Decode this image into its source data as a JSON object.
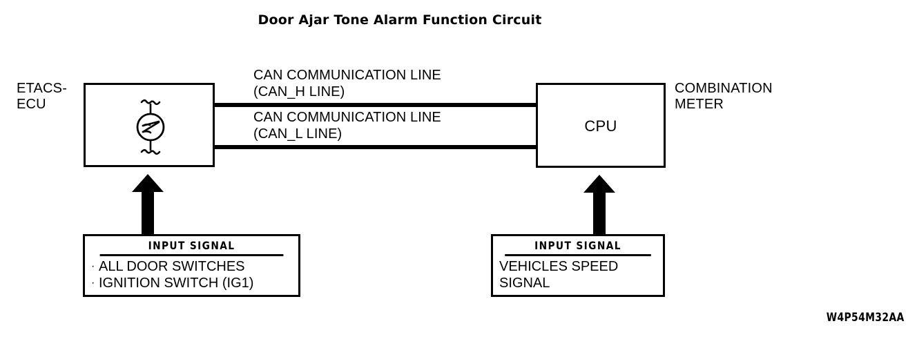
{
  "title": "Door Ajar Tone Alarm Function Circuit",
  "figure_code": "W4P54M32AA",
  "units": {
    "etacs": {
      "label": "ETACS-\nECU",
      "symbol_name": "tone-alarm-buzzer-symbol"
    },
    "combination_meter": {
      "label": "COMBINATION\nMETER",
      "inner_label": "CPU"
    }
  },
  "connections": {
    "can_h": {
      "label": "CAN COMMUNICATION LINE\n(CAN_H LINE)"
    },
    "can_l": {
      "label": "CAN COMMUNICATION LINE\n(CAN_L LINE)"
    }
  },
  "input_signals": {
    "left": {
      "header": "INPUT SIGNAL",
      "items": [
        "ALL DOOR SWITCHES",
        "IGNITION SWITCH (IG1)"
      ],
      "bullet": "·"
    },
    "right": {
      "header": "INPUT SIGNAL",
      "lines": [
        "VEHICLES SPEED",
        "SIGNAL"
      ]
    }
  },
  "colors": {
    "ink": "#000000",
    "paper": "#ffffff"
  }
}
